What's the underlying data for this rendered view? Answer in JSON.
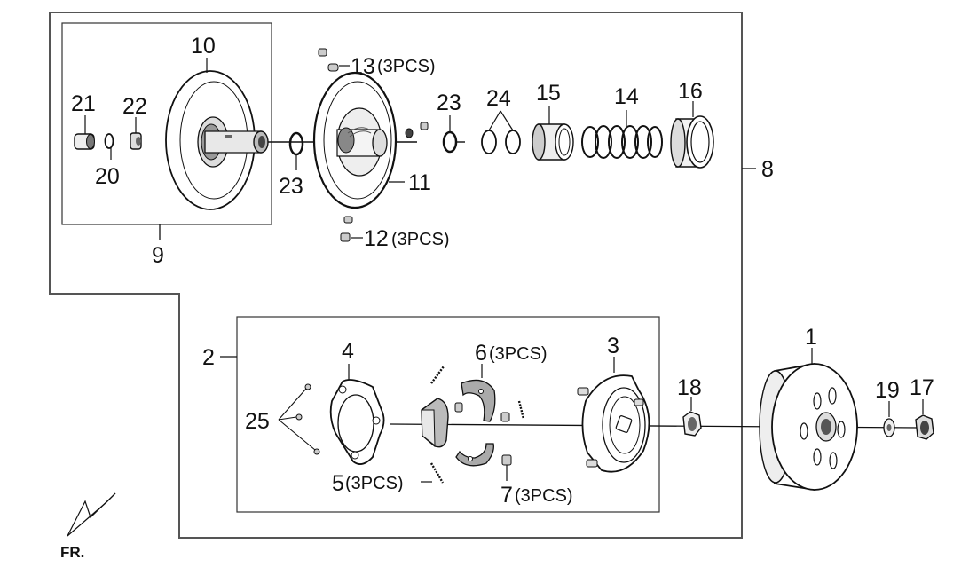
{
  "callouts": {
    "c1": "1",
    "c2": "2",
    "c3": "3",
    "c4": "4",
    "c5_num": "5",
    "c5_qty": "(3PCS)",
    "c6_num": "6",
    "c6_qty": "(3PCS)",
    "c7_num": "7",
    "c7_qty": "(3PCS)",
    "c8": "8",
    "c9": "9",
    "c10": "10",
    "c11": "11",
    "c12_num": "12",
    "c12_qty": "(3PCS)",
    "c13_num": "13",
    "c13_qty": "(3PCS)",
    "c14": "14",
    "c15": "15",
    "c16": "16",
    "c17": "17",
    "c18": "18",
    "c19": "19",
    "c20": "20",
    "c21": "21",
    "c22": "22",
    "c23a": "23",
    "c23b": "23",
    "c24": "24",
    "c25": "25"
  },
  "front_marker": {
    "label": "FR."
  }
}
